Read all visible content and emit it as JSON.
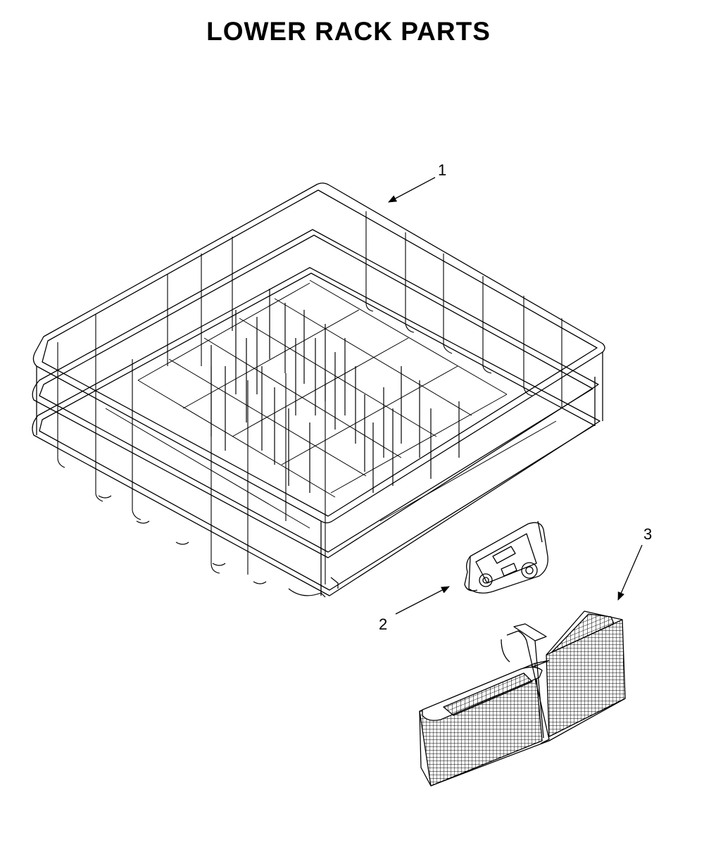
{
  "title": "LOWER RACK PARTS",
  "callouts": [
    {
      "number": "1",
      "part": "lower-rack"
    },
    {
      "number": "2",
      "part": "rack-wheel-bracket"
    },
    {
      "number": "3",
      "part": "silverware-basket"
    }
  ],
  "colors": {
    "background": "#ffffff",
    "line": "#000000"
  }
}
